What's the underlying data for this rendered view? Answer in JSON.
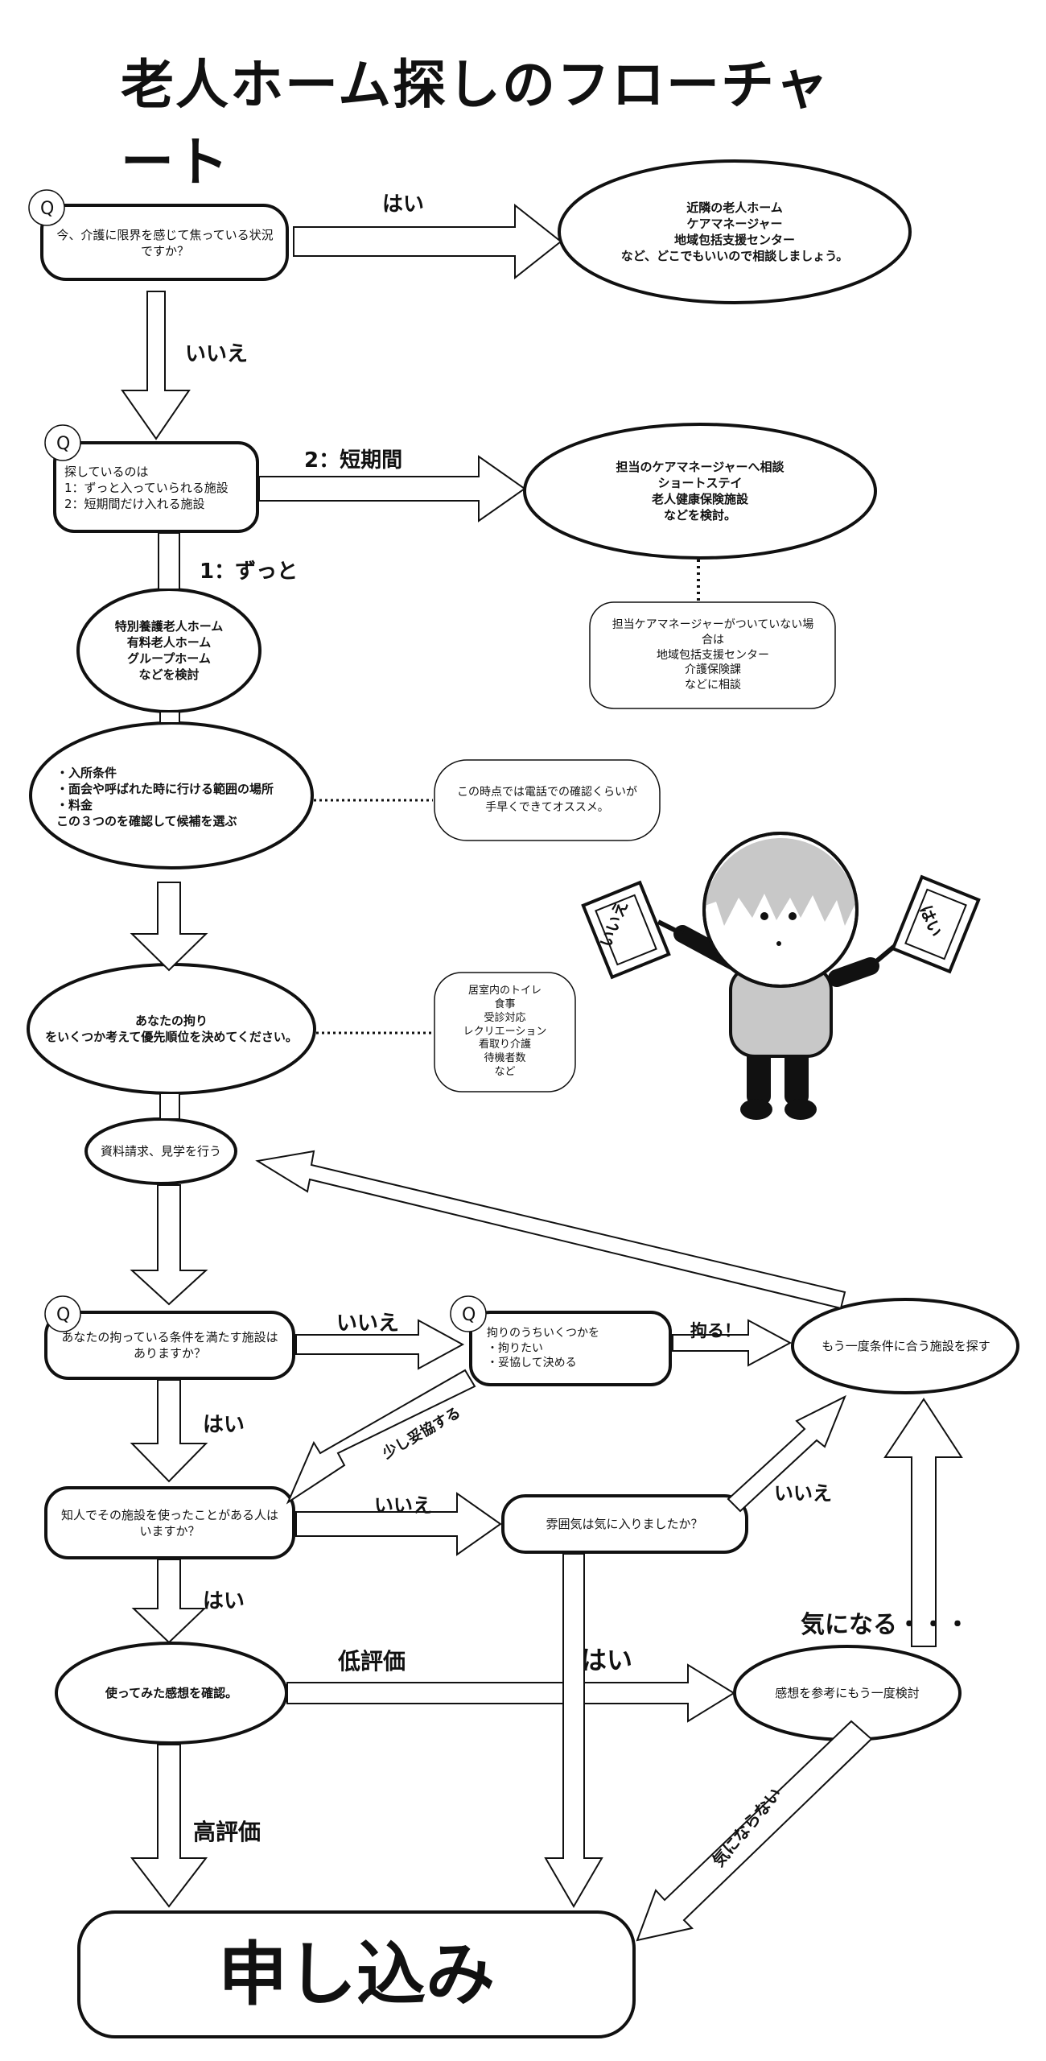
{
  "title": "老人ホーム探しのフローチャート",
  "q_marker": "Q",
  "nodes": {
    "q1": "今、介護に限界を感じて焦っている状況\nですか？",
    "consult_nearby": "近隣の老人ホーム\nケアマネージャー\n地域包括支援センター\nなど、どこでもいいので相談しましょう。",
    "q2": "探しているのは\n1：ずっと入っていられる施設\n2：短期間だけ入れる施設",
    "short_term": "担当のケアマネージャーへ相談\nショートステイ\n老人健康保険施設\nなどを検討。",
    "no_care_manager": "担当ケアマネージャーがついていない場\n合は\n地域包括支援センター\n介護保険課\nなどに相談",
    "long_term": "特別養護老人ホーム\n有料老人ホーム\nグループホーム\nなどを検討",
    "criteria": "・入所条件\n・面会や呼ばれた時に行ける範囲の場所\n・料金\nこの３つのを確認して候補を選ぶ",
    "phone_tip": "この時点では電話での確認くらいが\n手早くできてオススメ。",
    "priorities": "あなたの拘り\nをいくつか考えて優先順位を決めてください。",
    "priority_examples": "居室内のトイレ\n食事\n受診対応\nレクリエーション\n看取り介護\n待機者数\nなど",
    "request_info": "資料請求、見学を行う",
    "q3": "あなたの拘っている条件を満たす施設は\nありますか？",
    "q4": "拘りのうちいくつかを\n・拘りたい\n・妥協して決める",
    "search_again": "もう一度条件に合う施設を探す",
    "acquaintance": "知人でその施設を使ったことがある人は\nいますか？",
    "atmosphere": "雰囲気は気に入りましたか？",
    "check_impression": "使ってみた感想を確認。",
    "reconsider": "感想を参考にもう一度検討",
    "apply": "申し込み"
  },
  "edge_labels": {
    "q1_yes": "はい",
    "q1_no": "いいえ",
    "q2_short": "2：短期間",
    "q2_long": "1：ずっと",
    "q3_no": "いいえ",
    "q3_yes": "はい",
    "q4_stick": "拘る！",
    "q4_compromise": "少し妥協する",
    "acq_no": "いいえ",
    "acq_yes": "はい",
    "atmos_no": "いいえ",
    "atmos_yes": "はい",
    "low_rating": "低評価",
    "high_rating": "高評価",
    "concerned": "気になる・・・",
    "not_concerned": "気にならない"
  },
  "mascot": {
    "left_sign": "いいえ",
    "right_sign": "はい"
  }
}
